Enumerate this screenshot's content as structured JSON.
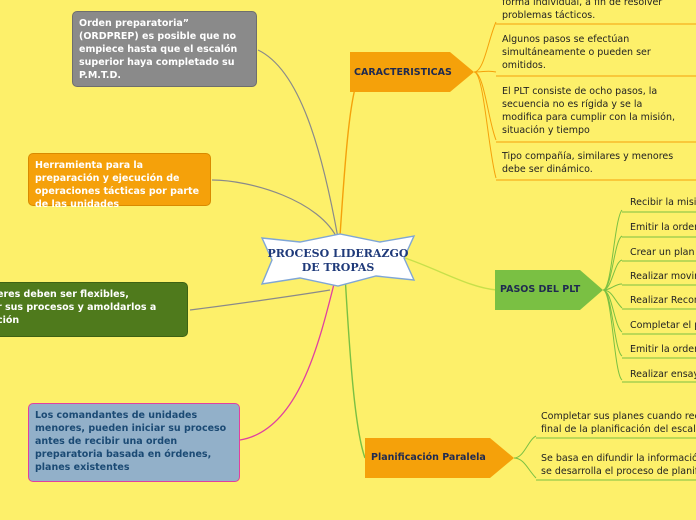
{
  "central": {
    "line1": "PROCESO LIDERAZGO",
    "line2": "DE TROPAS"
  },
  "left_nodes": {
    "ordprep": "Orden preparatoria” (ORDPREP)  es posible que no empiece hasta que el escalón superior haya completado su P.M.T.D.",
    "herramienta": "Herramienta para la preparación y ejecución de operaciones tácticas por parte de las unidades",
    "flexibles_l1": "eres deben ser flexibles,",
    "flexibles_l2": "r sus procesos y amoldarlos a",
    "flexibles_l3": "ción",
    "comandantes": "Los comandantes de unidades menores, pueden iniciar su proceso antes de recibir una orden preparatoria basada en órdenes, planes existentes"
  },
  "caracteristicas": {
    "label": "CARACTERISTICAS",
    "items": [
      "forma individual, a fin de resolver problemas tácticos.",
      "Algunos pasos se efectúan simultáneamente o pueden ser omitidos.",
      "El PLT consiste de ocho pasos, la secuencia no es rígida y se la modifica para cumplir con la misión, situación y tiempo",
      "Tipo compañía, similares y menores debe ser dinámico."
    ]
  },
  "pasos": {
    "label": "PASOS DEL PLT",
    "items": [
      "Recibir la misió",
      "Emitir la orden",
      "Crear un plan t",
      "Realizar movim",
      "Realizar Recon",
      "Completar el p",
      "Emitir la orden",
      "Realizar ensayo"
    ]
  },
  "planificacion": {
    "label": "Planificación Paralela",
    "items": [
      {
        "l1": "Completar sus planes cuando rec",
        "l2": "final de la planificación del escaló"
      },
      {
        "l1": "Se basa en difundir la informació",
        "l2": "se desarrolla el proceso de planifi"
      }
    ]
  },
  "colors": {
    "background": "#fdf06a",
    "orange_branch": "#f5a10a",
    "green_branch": "#7ac043",
    "central_text": "#1f3a7a"
  }
}
